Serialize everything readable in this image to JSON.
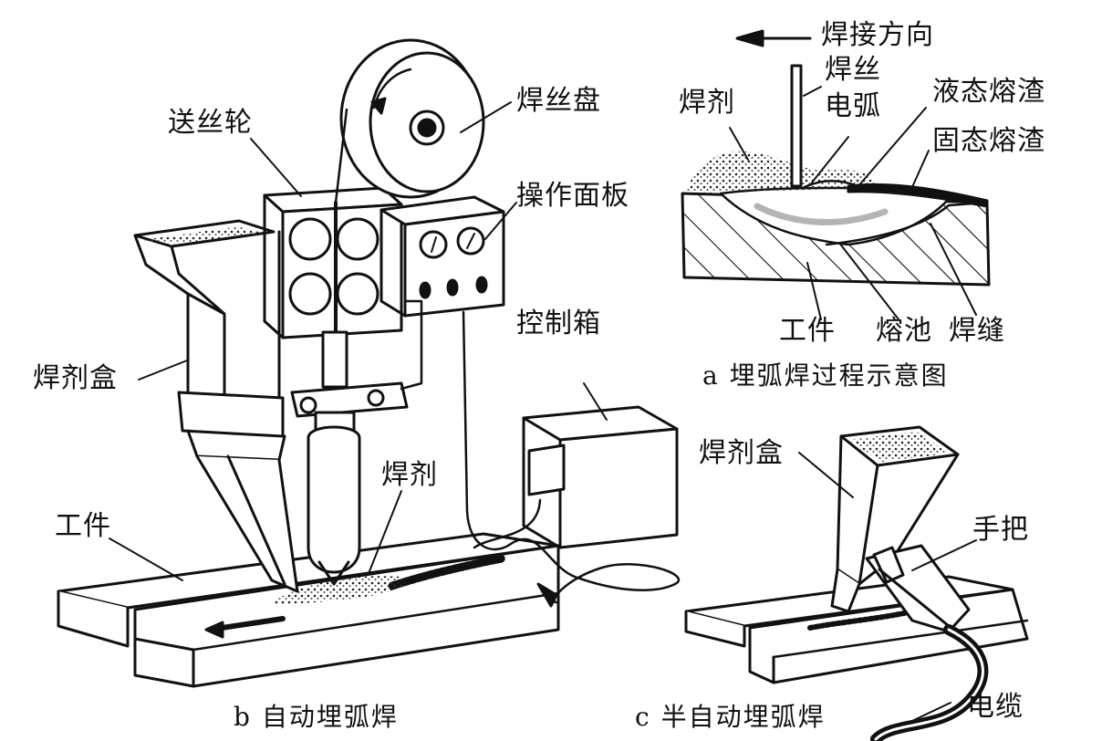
{
  "diagram_a": {
    "caption": "a  埋弧焊过程示意图",
    "welding_direction": "焊接方向",
    "wire": "焊丝",
    "arc": "电弧",
    "flux": "焊剂",
    "liquid_slag": "液态熔渣",
    "solid_slag": "固态熔渣",
    "workpiece": "工件",
    "molten_pool": "熔池",
    "weld_seam": "焊缝"
  },
  "diagram_b": {
    "caption": "b  自动埋弧焊",
    "wire_feed_wheel": "送丝轮",
    "wire_reel": "焊丝盘",
    "control_panel": "操作面板",
    "flux_box": "焊剂盒",
    "control_box": "控制箱",
    "flux": "焊剂",
    "workpiece": "工件"
  },
  "diagram_c": {
    "caption": "c  半自动埋弧焊",
    "flux_box": "焊剂盒",
    "handle": "手把",
    "cable": "电缆"
  }
}
